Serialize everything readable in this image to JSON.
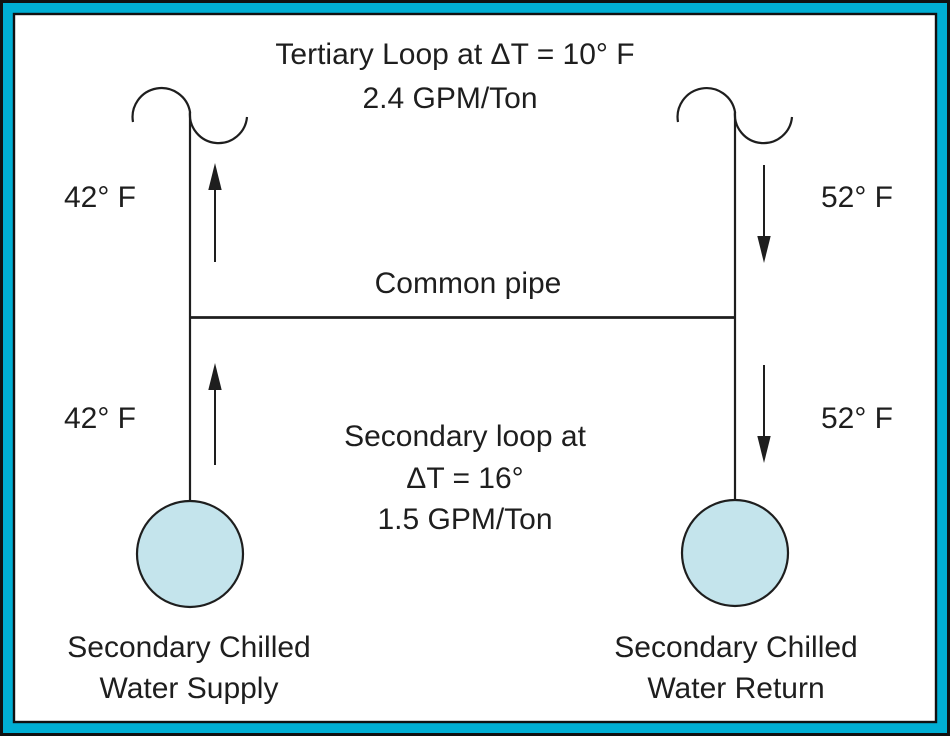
{
  "colors": {
    "border": "#00AFD4",
    "circle_fill": "#C4E4EC",
    "ink": "#1E1E1E"
  },
  "tertiary_loop": {
    "title_line1": "Tertiary Loop at ΔT = 10° F",
    "title_line2": "2.4 GPM/Ton",
    "supply_temp": "42° F",
    "return_temp": "52° F"
  },
  "common_pipe": {
    "label": "Common pipe"
  },
  "secondary_loop": {
    "label_line1": "Secondary loop at",
    "label_line2": "ΔT = 16°",
    "label_line3": "1.5 GPM/Ton",
    "supply_temp": "42° F",
    "return_temp": "52° F"
  },
  "supply_node": {
    "label_line1": "Secondary Chilled",
    "label_line2": "Water Supply"
  },
  "return_node": {
    "label_line1": "Secondary Chilled",
    "label_line2": "Water Return"
  }
}
